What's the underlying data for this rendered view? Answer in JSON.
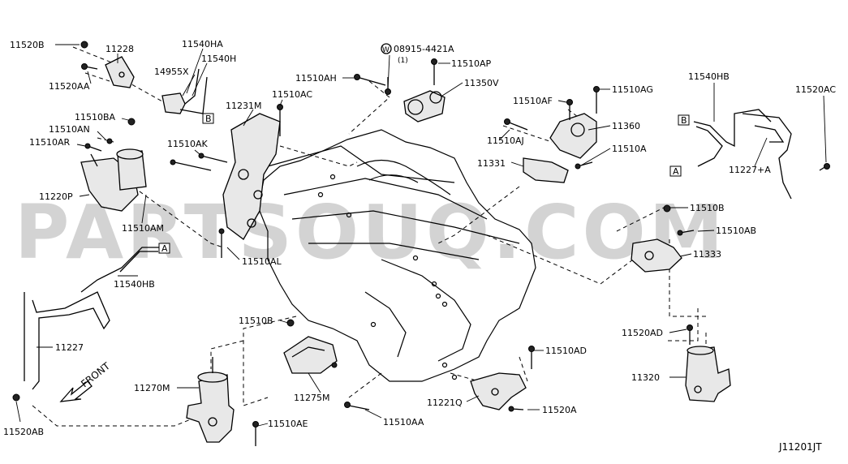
{
  "watermark": "PARTSOUQ.COM",
  "diagram_code": "J11201JT",
  "front_label": "FRONT",
  "ref_box_a": "A",
  "ref_box_b": "B",
  "note_symbol": "W",
  "note_qty": "(1)",
  "labels": {
    "p11520B": "11520B",
    "p11228": "11228",
    "p11520AA": "11520AA",
    "p11540HA": "11540HA",
    "p11540H": "11540H",
    "p14955X": "14955X",
    "p11510BA": "11510BA",
    "p11510AN": "11510AN",
    "p11510AR": "11510AR",
    "p11220P": "11220P",
    "p11510AM": "11510AM",
    "p11540HB_left": "11540HB",
    "p11227_left": "11227",
    "p11520AB": "11520AB",
    "p11270M": "11270M",
    "p11510AE": "11510AE",
    "p11510B_mid": "11510B",
    "p11275M": "11275M",
    "p11510AA": "11510AA",
    "p11231M": "11231M",
    "p11510AC": "11510AC",
    "p11510AK": "11510AK",
    "p11510AL": "11510AL",
    "p11510AH": "11510AH",
    "p08915": "08915-4421A",
    "p11510AP": "11510AP",
    "p11350V": "11350V",
    "p11510AF": "11510AF",
    "p11510AG": "11510AG",
    "p11510AJ": "11510AJ",
    "p11360": "11360",
    "p11331": "11331",
    "p11510A": "11510A",
    "p11540HB_right": "11540HB",
    "p11520AC": "11520AC",
    "p11227A": "11227+A",
    "p11510B_right": "11510B",
    "p11510AB": "11510AB",
    "p11333": "11333",
    "p11520AD": "11520AD",
    "p11320": "11320",
    "p11510AD": "11510AD",
    "p11221Q": "11221Q",
    "p11520A": "11520A"
  }
}
